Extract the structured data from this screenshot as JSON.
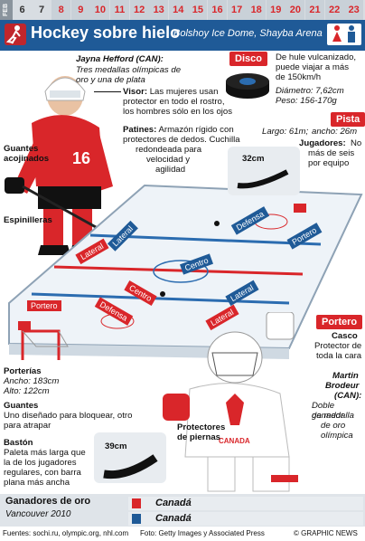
{
  "datebar": {
    "month": "FEB",
    "days": [
      "6",
      "7",
      "8",
      "9",
      "10",
      "11",
      "12",
      "13",
      "14",
      "15",
      "16",
      "17",
      "18",
      "19",
      "20",
      "21",
      "22",
      "23"
    ]
  },
  "header": {
    "title": "Hockey sobre hielo",
    "venue": "Bolshoy Ice Dome, Shayba Arena"
  },
  "player": {
    "name": "Jayna Hefford (CAN):",
    "desc_line1": "Tres medallas olímpicas de",
    "desc_line2": "oro y una de plata",
    "jersey_number": "16"
  },
  "disco": {
    "label": "Disco",
    "desc_line1": "De hule vulcanizado,",
    "desc_line2": "puede viajar a más",
    "desc_line3": "de 150km/h",
    "diameter": "Diámetro: 7,62cm",
    "weight": "Peso: 156-170g"
  },
  "visor": {
    "title": "Visor:",
    "line1": "Las mujeres usan",
    "line2": "protector en todo el rostro,",
    "line3": "los hombres sólo en los ojos"
  },
  "patines": {
    "title": "Patines:",
    "line1": "Armazón rígido con",
    "line2": "protectores de dedos. Cuchilla",
    "line3": "redondeada para",
    "line4": "velocidad y",
    "line5": "agilidad"
  },
  "pista": {
    "label": "Pista",
    "length": "Largo: 61m;",
    "width": "ancho: 26m",
    "players_title": "Jugadores:",
    "players_line1": "No",
    "players_line2": "más de seis",
    "players_line3": "por equipo"
  },
  "guantes_acojinados": {
    "line1": "Guantes",
    "line2": "acojinados"
  },
  "espinilleras": "Espinilleras",
  "stick_size_top": "32cm",
  "rink_labels": {
    "lateral_a": "Lateral",
    "lateral_b": "Lateral",
    "lateral_c": "Lateral",
    "lateral_d": "Lateral",
    "defensa_a": "Defensa",
    "defensa_b": "Defensa",
    "centro_a": "Centro",
    "centro_b": "Centro",
    "portero_a": "Portero",
    "portero_b": "Portero"
  },
  "portero": {
    "label": "Portero",
    "casco_title": "Casco",
    "casco_line1": "Protector de",
    "casco_line2": "toda la cara",
    "martin_line1": "Martin",
    "martin_line2": "Brodeur",
    "martin_line3": "(CAN):",
    "martin_line4": "Doble ganador",
    "martin_line5": "de medalla",
    "martin_line6": "de oro",
    "martin_line7": "olímpica",
    "jersey_text": "CANADA"
  },
  "porterias": {
    "title": "Porterías",
    "ancho": "Ancho: 183cm",
    "alto": "Alto: 122cm"
  },
  "guantes_portero": {
    "title": "Guantes",
    "line1": "Uno diseñado para bloquear, otro",
    "line2": "para atrapar"
  },
  "protectores": {
    "line1": "Protectores",
    "line2": "de piernas"
  },
  "baston": {
    "title": "Bastón",
    "line1": "Paleta más larga que",
    "line2": "la de los jugadores",
    "line3": "regulares, con barra",
    "line4": "plana más ancha"
  },
  "stick_size_bottom": "39cm",
  "gold": {
    "title": "Ganadores de oro",
    "subtitle": "Vancouver 2010",
    "winner_women": "Canadá",
    "winner_men": "Canadá"
  },
  "footer": {
    "sources": "Fuentes: sochi.ru, olympic.org, nhl.com",
    "photo": "Foto: Getty Images y Associated Press",
    "credit": "© GRAPHIC NEWS"
  },
  "colors": {
    "accent_blue": "#1f5a97",
    "accent_red": "#d9262a",
    "rink_ice": "#eef3f8"
  }
}
